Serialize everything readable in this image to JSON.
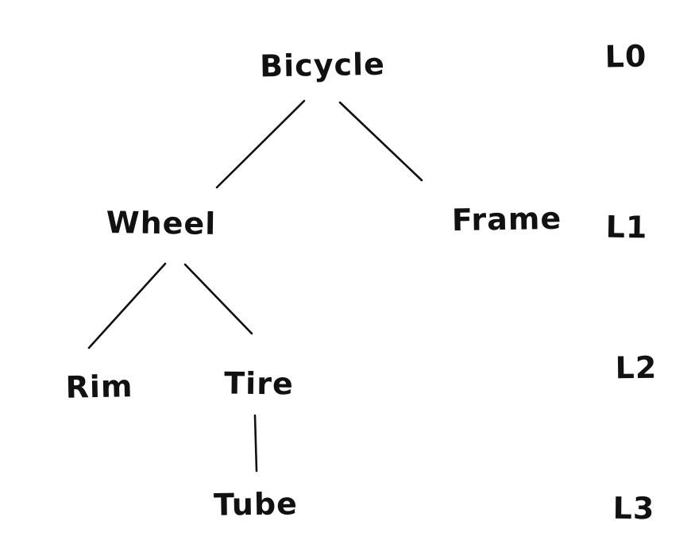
{
  "diagram": {
    "type": "tree",
    "ink_color": "#111111",
    "background_color": "#ffffff",
    "nodes": [
      {
        "id": "bicycle",
        "label": "Bicycle",
        "level": "L0",
        "parent": null
      },
      {
        "id": "wheel",
        "label": "Wheel",
        "level": "L1",
        "parent": "bicycle"
      },
      {
        "id": "frame",
        "label": "Frame",
        "level": "L1",
        "parent": "bicycle"
      },
      {
        "id": "rim",
        "label": "Rim",
        "level": "L2",
        "parent": "wheel"
      },
      {
        "id": "tire",
        "label": "Tire",
        "level": "L2",
        "parent": "wheel"
      },
      {
        "id": "tube",
        "label": "Tube",
        "level": "L3",
        "parent": "tire"
      }
    ],
    "edges": [
      {
        "from": "bicycle",
        "to": "wheel"
      },
      {
        "from": "bicycle",
        "to": "frame"
      },
      {
        "from": "wheel",
        "to": "rim"
      },
      {
        "from": "wheel",
        "to": "tire"
      },
      {
        "from": "tire",
        "to": "tube"
      }
    ],
    "level_labels": [
      {
        "label": "L0"
      },
      {
        "label": "L1"
      },
      {
        "label": "L2"
      },
      {
        "label": "L3"
      }
    ]
  }
}
